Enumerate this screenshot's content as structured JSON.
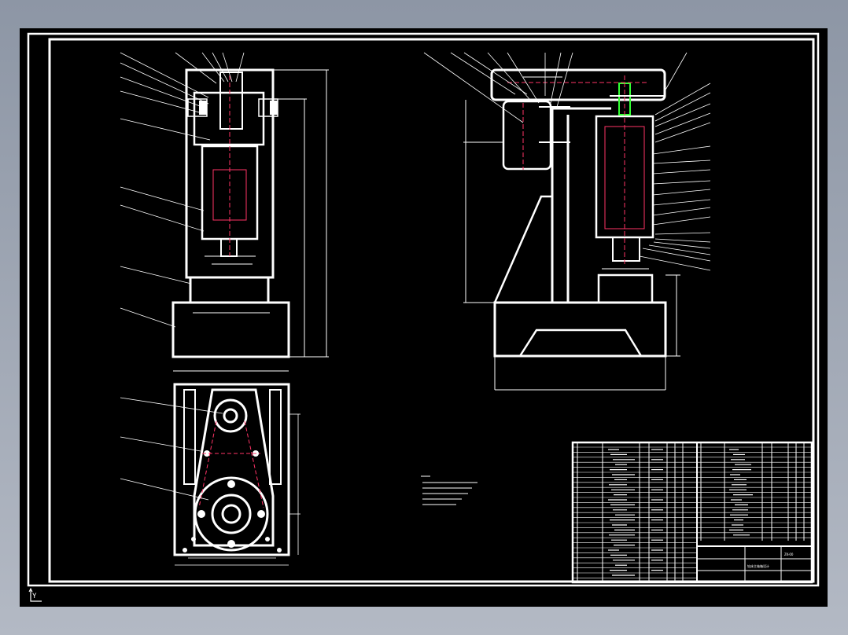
{
  "app": {
    "background_color": "#000000",
    "line_color": "#ffffff",
    "hidden_line_color": "#ff3366",
    "highlight_color": "#33ff33"
  },
  "ucs": {
    "icon": "ucs-axis-icon",
    "label": "Y"
  },
  "title_block": {
    "drawing_title": "钻床主轴箱设计",
    "drawing_number": "ZK-00"
  }
}
